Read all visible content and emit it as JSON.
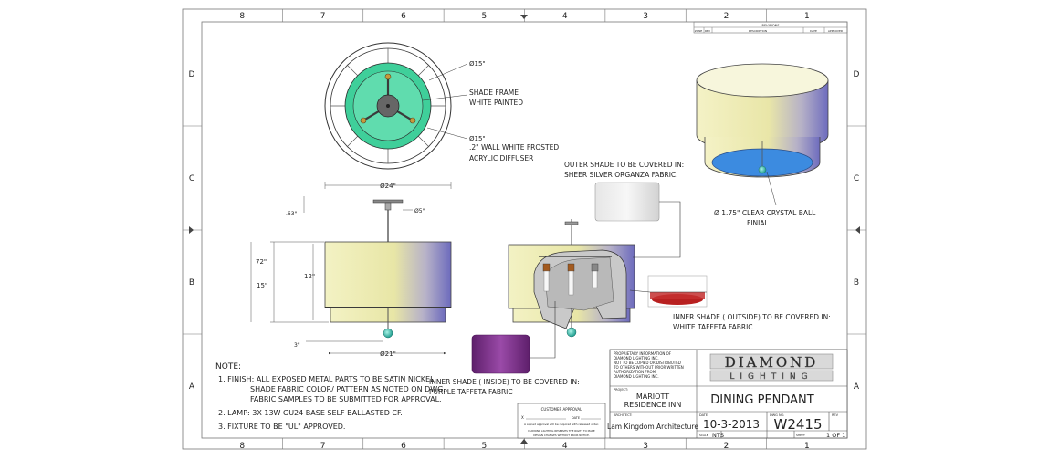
{
  "border": {
    "columns": [
      "8",
      "7",
      "6",
      "5",
      "4",
      "3",
      "2",
      "1"
    ],
    "rows": [
      "D",
      "C",
      "B",
      "A"
    ]
  },
  "revisions": {
    "title": "REVISIONS",
    "headers": [
      "ZONE",
      "REV",
      "DESCRIPTION",
      "DATE",
      "APPROVED"
    ]
  },
  "top_view": {
    "dia_frame": "Ø15\"",
    "shade_frame_note": [
      "SHADE FRAME",
      "WHITE PAINTED"
    ],
    "dia_diffuser": "Ø15\"",
    "diffuser_note": [
      ".2\" WALL WHITE FROSTED",
      "ACRYLIC DIFFUSER"
    ]
  },
  "elevation": {
    "dia_top": "Ø24\"",
    "dim_canopy": ".63\"",
    "dim_canopy_dia": "Ø5\"",
    "dim_overall": "72\"",
    "dim_outer": "15\"",
    "dim_inner": "12\"",
    "dim_ball": "3\"",
    "dia_bottom": "Ø21\""
  },
  "section": {
    "outer_shade_note": [
      "OUTER SHADE TO BE COVERED IN:",
      "SHEER SILVER ORGANZA FABRIC."
    ],
    "inner_out_note": [
      "INNER SHADE ( OUTSIDE) TO BE COVERED IN:",
      "WHITE TAFFETA FABRIC."
    ],
    "inner_in_note": [
      "INNER SHADE ( INSIDE) TO BE COVERED IN:",
      "PURPLE  TAFFETA FABRIC"
    ]
  },
  "iso": {
    "finial_note": [
      "Ø 1.75\" CLEAR CRYSTAL BALL",
      "FINIAL"
    ]
  },
  "notes": {
    "title": "NOTE:",
    "items": [
      "1. FINISH: ALL EXPOSED METAL PARTS TO BE SATIN NICKEL.",
      "SHADE FABRIC COLOR/ PATTERN AS NOTED ON DWG.",
      "FABRIC SAMPLES TO BE SUBMITTED FOR APPROVAL.",
      "2. LAMP: 3X 13W GU24 BASE SELF BALLASTED CF.",
      "3. FIXTURE TO BE \"UL\" APPROVED."
    ]
  },
  "approval": {
    "title": "CUSTOMER APPROVAL",
    "x_label": "X",
    "date_label": "DATE",
    "signed_text": "A signed approval will be required with released order.",
    "disclaimer": [
      "DIAMOND LIGHTING RESERVES THE RIGHT TO MAKE",
      "DESIGN CHANGES WITHOUT PRIOR NOTICE."
    ]
  },
  "title_block": {
    "proprietary": [
      "PROPRIETARY INFORMATION OF",
      "DIAMOND LIGHTING INC.",
      "NOT TO BE COPIED OR DISTRIBUTED",
      "TO OTHERS WITHOUT PRIOR WRITTEN",
      "AUTHORIZATION FROM",
      "DIAMOND LIGHTING INC."
    ],
    "logo_top": "DIAMOND",
    "logo_bottom": "LIGHTING",
    "project_label": "PROJECT:",
    "project": [
      "MARIOTT",
      "RESIDENCE INN"
    ],
    "architect_label": "ARCHITECT:",
    "architect": "Lam Kingdom Architecture",
    "product": "DINING PENDANT",
    "date_label": "DATE",
    "date": "10-3-2013",
    "dwg_label": "DWG NO.",
    "dwg_no": "W2415",
    "rev_label": "REV",
    "scale_label": "SCALE",
    "scale": "NTS",
    "sheet_label": "SHEET",
    "sheet": "1 OF 1"
  },
  "colors": {
    "shade_yellow": "#f2f0b0",
    "shade_purple": "#7b78c2",
    "diffuser_green": "#3fcf9a",
    "ball_teal": "#2bb6a5",
    "inner_blue": "#3c8be0",
    "fabric_purple": "#7b2f86",
    "frame_gray": "#6e6e6e"
  }
}
